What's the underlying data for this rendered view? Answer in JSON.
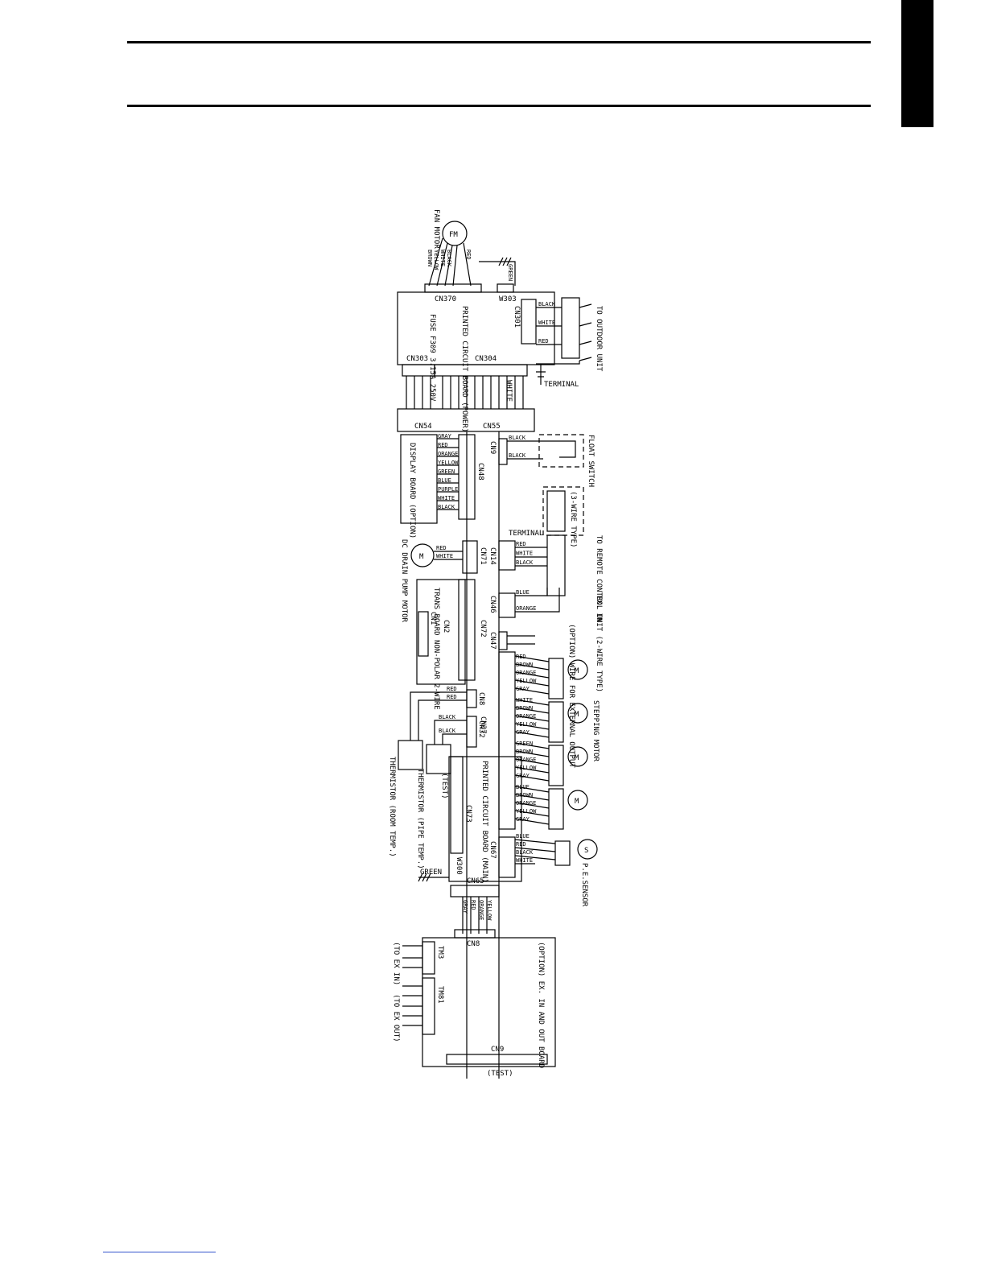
{
  "page": {
    "accent": "#000000",
    "footer_link_color": "#3355cc"
  },
  "diagram": {
    "fan_motor": {
      "symbol": "FM",
      "label": "FAN MOTOR",
      "wires": [
        "BROWN",
        "YELLOW",
        "WHITE",
        "BLACK",
        "RED"
      ]
    },
    "ground_label": "GREEN",
    "power_board": {
      "title": "PRINTED CIRCUIT BOARD (POWER)",
      "fuse": "FUSE F309 3.15A 250V",
      "cn370": "CN370",
      "w303": "W303",
      "cn303": "CN303",
      "cn304": "CN304",
      "cn301": "CN301"
    },
    "outdoor": {
      "label": "TO OUTDOOR UNIT",
      "wires": [
        "BLACK",
        "WHITE",
        "RED"
      ],
      "terminal": "TERMINAL"
    },
    "harness": {
      "wire": "WHITE",
      "cn54": "CN54",
      "cn55": "CN55"
    },
    "display_board": {
      "label": "DISPLAY BOARD (OPTION)",
      "connector": "CN48",
      "wires": [
        "GRAY",
        "RED",
        "ORANGE",
        "YELLOW",
        "GREEN",
        "BLUE",
        "PURPLE",
        "WHITE",
        "BLACK"
      ]
    },
    "float_switch": {
      "label": "FLOAT SWITCH",
      "connector": "CN9",
      "wires": [
        "BLACK",
        "BLACK"
      ]
    },
    "three_wire": "(3-WIRE TYPE)",
    "remote": {
      "label": "TO REMOTE CONTROL UNIT (2-WIRE TYPE)",
      "terminal": "TERMINAL",
      "connector": "CN14",
      "wires": [
        "RED",
        "WHITE",
        "BLACK"
      ]
    },
    "drain_pump": {
      "label": "DC DRAIN PUMP MOTOR",
      "connector": "CN71",
      "wires": [
        "RED",
        "WHITE"
      ]
    },
    "ex_in": {
      "label": "EX. IN",
      "connector": "CN46",
      "wires": [
        "BLUE",
        "ORANGE"
      ]
    },
    "external_output": {
      "label": "(OPTION) WIRE FOR EXTERNAL OUTPUT",
      "connector": "CN47"
    },
    "trans_board": {
      "label": "TRANS BOARD NON-POLAR 2-WIRE",
      "cn2": "CN2",
      "cn72": "CN72",
      "cn1": "CN1"
    },
    "stepping_motor": {
      "label": "STEPPING MOTOR",
      "connector": "CN37",
      "groups": [
        [
          "RED",
          "BROWN",
          "ORANGE",
          "YELLOW",
          "GRAY"
        ],
        [
          "WHITE",
          "BROWN",
          "ORANGE",
          "YELLOW",
          "GRAY"
        ],
        [
          "GREEN",
          "BROWN",
          "ORANGE",
          "YELLOW",
          "GRAY"
        ],
        [
          "BLUE",
          "BROWN",
          "ORANGE",
          "YELLOW",
          "GRAY"
        ]
      ]
    },
    "thermistor_room": {
      "label": "THERMISTOR (ROOM TEMP.)",
      "connector": "CN8",
      "wires": [
        "RED",
        "RED"
      ]
    },
    "thermistor_pipe": {
      "label": "THERMISTOR (PIPE TEMP.)",
      "connector": "CN32",
      "wires": [
        "BLACK",
        "BLACK"
      ]
    },
    "main_board": {
      "label": "PRINTED CIRCUIT BOARD (MAIN)",
      "test": "(TEST)",
      "connector": "CN73",
      "w300": "W300",
      "cn65": "CN65",
      "ground": "GREEN"
    },
    "pe_sensor": {
      "label": "P.E.SENSOR",
      "symbol": "S",
      "connector": "CN67",
      "wires": [
        "BLUE",
        "RED",
        "BLACK",
        "WHITE"
      ]
    },
    "ex_board": {
      "label": "(OPTION) EX. IN AND OUT BOARD",
      "connector": "CN8",
      "cn9": "CN9",
      "test": "(TEST)",
      "tm3": "TM3",
      "tm81": "TM81",
      "to_ex_in": "(TO EX IN)",
      "to_ex_out": "(TO EX OUT)",
      "wires": [
        "GRAY",
        "RED",
        "ORANGE",
        "YELLOW"
      ]
    },
    "motor_symbol": "M"
  }
}
